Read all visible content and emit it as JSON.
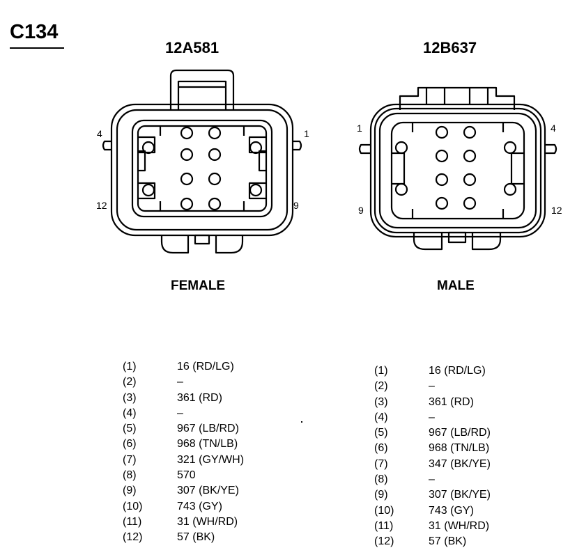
{
  "title": "C134",
  "connectors": [
    {
      "part_number": "12A581",
      "gender": "FEMALE",
      "corner_labels": {
        "top_left": "4",
        "top_right": "1",
        "bottom_left": "12",
        "bottom_right": "9"
      },
      "pins": [
        {
          "num": "(1)",
          "value": "16 (RD/LG)"
        },
        {
          "num": "(2)",
          "value": "–"
        },
        {
          "num": "(3)",
          "value": "361 (RD)"
        },
        {
          "num": "(4)",
          "value": "–"
        },
        {
          "num": "(5)",
          "value": "967 (LB/RD)"
        },
        {
          "num": "(6)",
          "value": "968 (TN/LB)"
        },
        {
          "num": "(7)",
          "value": "321 (GY/WH)"
        },
        {
          "num": "(8)",
          "value": "570"
        },
        {
          "num": "(9)",
          "value": "307 (BK/YE)"
        },
        {
          "num": "(10)",
          "value": "743 (GY)"
        },
        {
          "num": "(11)",
          "value": "31 (WH/RD)"
        },
        {
          "num": "(12)",
          "value": "57 (BK)"
        }
      ]
    },
    {
      "part_number": "12B637",
      "gender": "MALE",
      "corner_labels": {
        "top_left": "1",
        "top_right": "4",
        "bottom_left": "9",
        "bottom_right": "12"
      },
      "pins": [
        {
          "num": "(1)",
          "value": "16 (RD/LG)"
        },
        {
          "num": "(2)",
          "value": "–"
        },
        {
          "num": "(3)",
          "value": "361 (RD)"
        },
        {
          "num": "(4)",
          "value": "–"
        },
        {
          "num": "(5)",
          "value": "967 (LB/RD)"
        },
        {
          "num": "(6)",
          "value": "968 (TN/LB)"
        },
        {
          "num": "(7)",
          "value": "347 (BK/YE)"
        },
        {
          "num": "(8)",
          "value": "–"
        },
        {
          "num": "(9)",
          "value": "307 (BK/YE)"
        },
        {
          "num": "(10)",
          "value": "743 (GY)"
        },
        {
          "num": "(11)",
          "value": "31 (WH/RD)"
        },
        {
          "num": "(12)",
          "value": "57 (BK)"
        }
      ]
    }
  ]
}
